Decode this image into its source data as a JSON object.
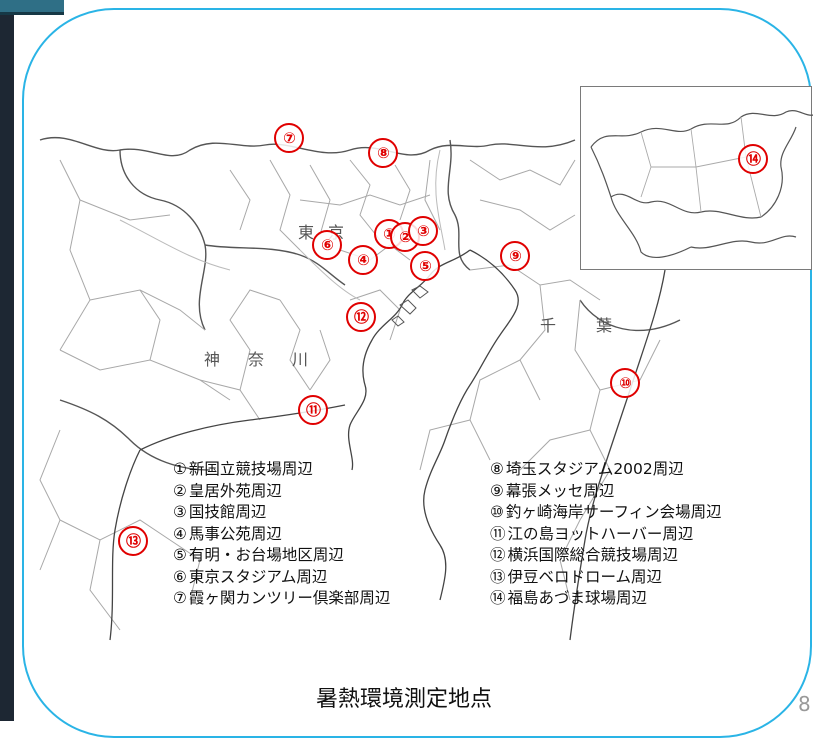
{
  "title": "暑熱環境測定地点",
  "page_number": "8",
  "regions": {
    "tokyo": "東京",
    "chiba": "千葉",
    "kanagawa": "神奈川"
  },
  "markers": [
    {
      "id": "1",
      "symbol": "①"
    },
    {
      "id": "2",
      "symbol": "②"
    },
    {
      "id": "3",
      "symbol": "③"
    },
    {
      "id": "4",
      "symbol": "④"
    },
    {
      "id": "5",
      "symbol": "⑤"
    },
    {
      "id": "6",
      "symbol": "⑥"
    },
    {
      "id": "7",
      "symbol": "⑦"
    },
    {
      "id": "8",
      "symbol": "⑧"
    },
    {
      "id": "9",
      "symbol": "⑨"
    },
    {
      "id": "10",
      "symbol": "⑩"
    },
    {
      "id": "11",
      "symbol": "⑪"
    },
    {
      "id": "12",
      "symbol": "⑫"
    },
    {
      "id": "13",
      "symbol": "⑬"
    },
    {
      "id": "14",
      "symbol": "⑭"
    }
  ],
  "legend": {
    "left": [
      {
        "num": "①",
        "text": "新国立競技場周辺"
      },
      {
        "num": "②",
        "text": "皇居外苑周辺"
      },
      {
        "num": "③",
        "text": "国技館周辺"
      },
      {
        "num": "④",
        "text": "馬事公苑周辺"
      },
      {
        "num": "⑤",
        "text": "有明・お台場地区周辺"
      },
      {
        "num": "⑥",
        "text": "東京スタジアム周辺"
      },
      {
        "num": "⑦",
        "text": "霞ヶ関カンツリー倶楽部周辺"
      }
    ],
    "right": [
      {
        "num": "⑧",
        "text": "埼玉スタジアム2002周辺"
      },
      {
        "num": "⑨",
        "text": "幕張メッセ周辺"
      },
      {
        "num": "⑩",
        "text": "釣ヶ崎海岸サーフィン会場周辺"
      },
      {
        "num": "⑪",
        "text": "江の島ヨットハーバー周辺"
      },
      {
        "num": "⑫",
        "text": "横浜国際総合競技場周辺"
      },
      {
        "num": "⑬",
        "text": "伊豆ベロドローム周辺"
      },
      {
        "num": "⑭",
        "text": "福島あづま球場周辺"
      }
    ]
  },
  "colors": {
    "frame": "#2ab4e6",
    "marker": "#e00000",
    "sea": "#ffffff",
    "land_line": "#9a9a9a"
  }
}
